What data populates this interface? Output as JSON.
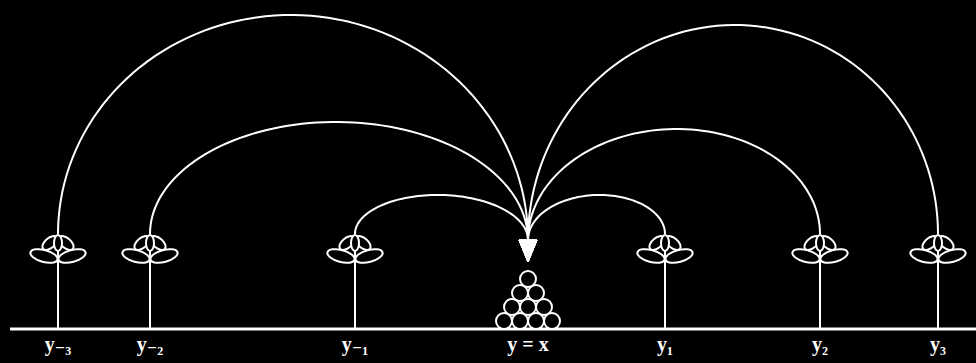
{
  "diagram": {
    "nodes": [
      {
        "text": [
          "y₋₃"
        ]
      },
      {
        "text": [
          "y₋₂"
        ]
      },
      {
        "text": [
          "y₋₁"
        ]
      },
      {
        "text": [
          "y = x"
        ]
      },
      {
        "text": [
          "y₁"
        ]
      },
      {
        "text": [
          "y₂"
        ]
      },
      {
        "text": [
          "y₃"
        ]
      }
    ],
    "edges": [
      {
        "from": 0,
        "to": 3,
        "arrow": "to"
      },
      {
        "from": 1,
        "to": 3,
        "arrow": "to"
      },
      {
        "from": 2,
        "to": 3,
        "arrow": "to"
      },
      {
        "from": 4,
        "to": 3,
        "arrow": "to"
      },
      {
        "from": 5,
        "to": 3,
        "arrow": "to"
      },
      {
        "from": 6,
        "to": 3,
        "arrow": "to"
      }
    ]
  }
}
